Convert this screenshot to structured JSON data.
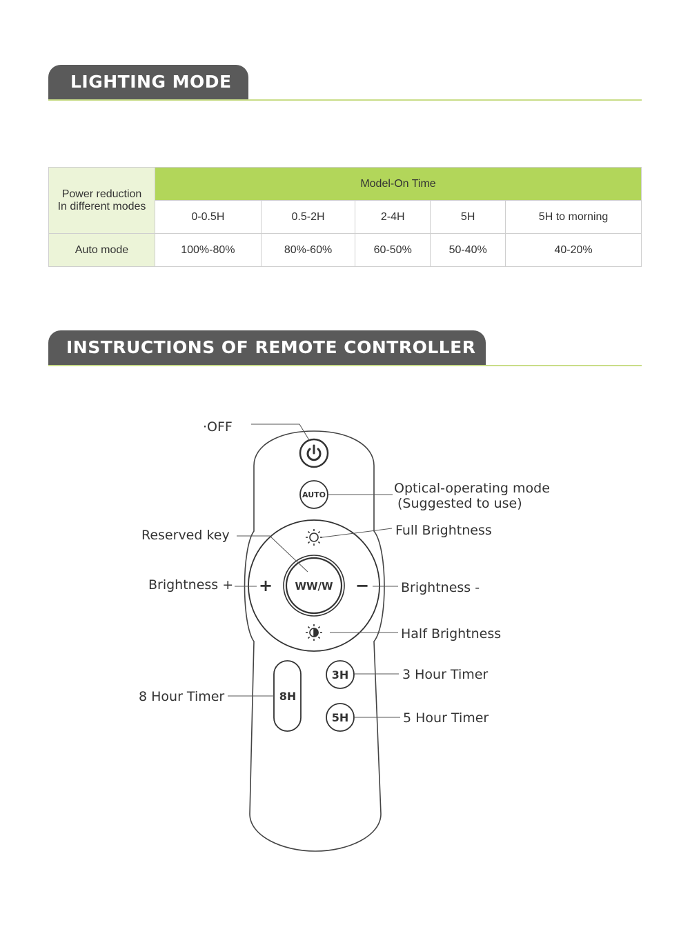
{
  "lighting_mode": {
    "title": "LIGHTING MODE",
    "table": {
      "corner_label_line1": "Power reduction",
      "corner_label_line2": "In different modes",
      "group_header": "Model-On Time",
      "columns": [
        "0-0.5H",
        "0.5-2H",
        "2-4H",
        "5H",
        "5H to morning"
      ],
      "rows": [
        {
          "label": "Auto mode",
          "values": [
            "100%-80%",
            "80%-60%",
            "60-50%",
            "50-40%",
            "40-20%"
          ]
        }
      ]
    }
  },
  "remote": {
    "title": "INSTRUCTIONS OF REMOTE CONTROLLER",
    "labels": {
      "off": "·OFF",
      "optical_line1": "Optical-operating mode",
      "optical_line2": "(Suggested to use)",
      "full_brightness": "Full Brightness",
      "reserved_key": "Reserved key",
      "brightness_plus": "Brightness +",
      "brightness_minus": "Brightness -",
      "half_brightness": "Half Brightness",
      "three_hour": "3 Hour Timer",
      "eight_hour": "8 Hour Timer",
      "five_hour": "5 Hour Timer"
    },
    "buttons": {
      "auto": "AUTO",
      "center": "WW/W",
      "plus": "+",
      "minus": "−",
      "h3": "3H",
      "h5": "5H",
      "h8": "8H"
    },
    "icons": [
      "power-icon",
      "sun-icon",
      "half-sun-icon"
    ]
  },
  "colors": {
    "header_tab": "#5a5a5a",
    "accent_green": "#b2d65a",
    "light_green": "#ecf4d8",
    "rule_green": "#c9dd88"
  }
}
